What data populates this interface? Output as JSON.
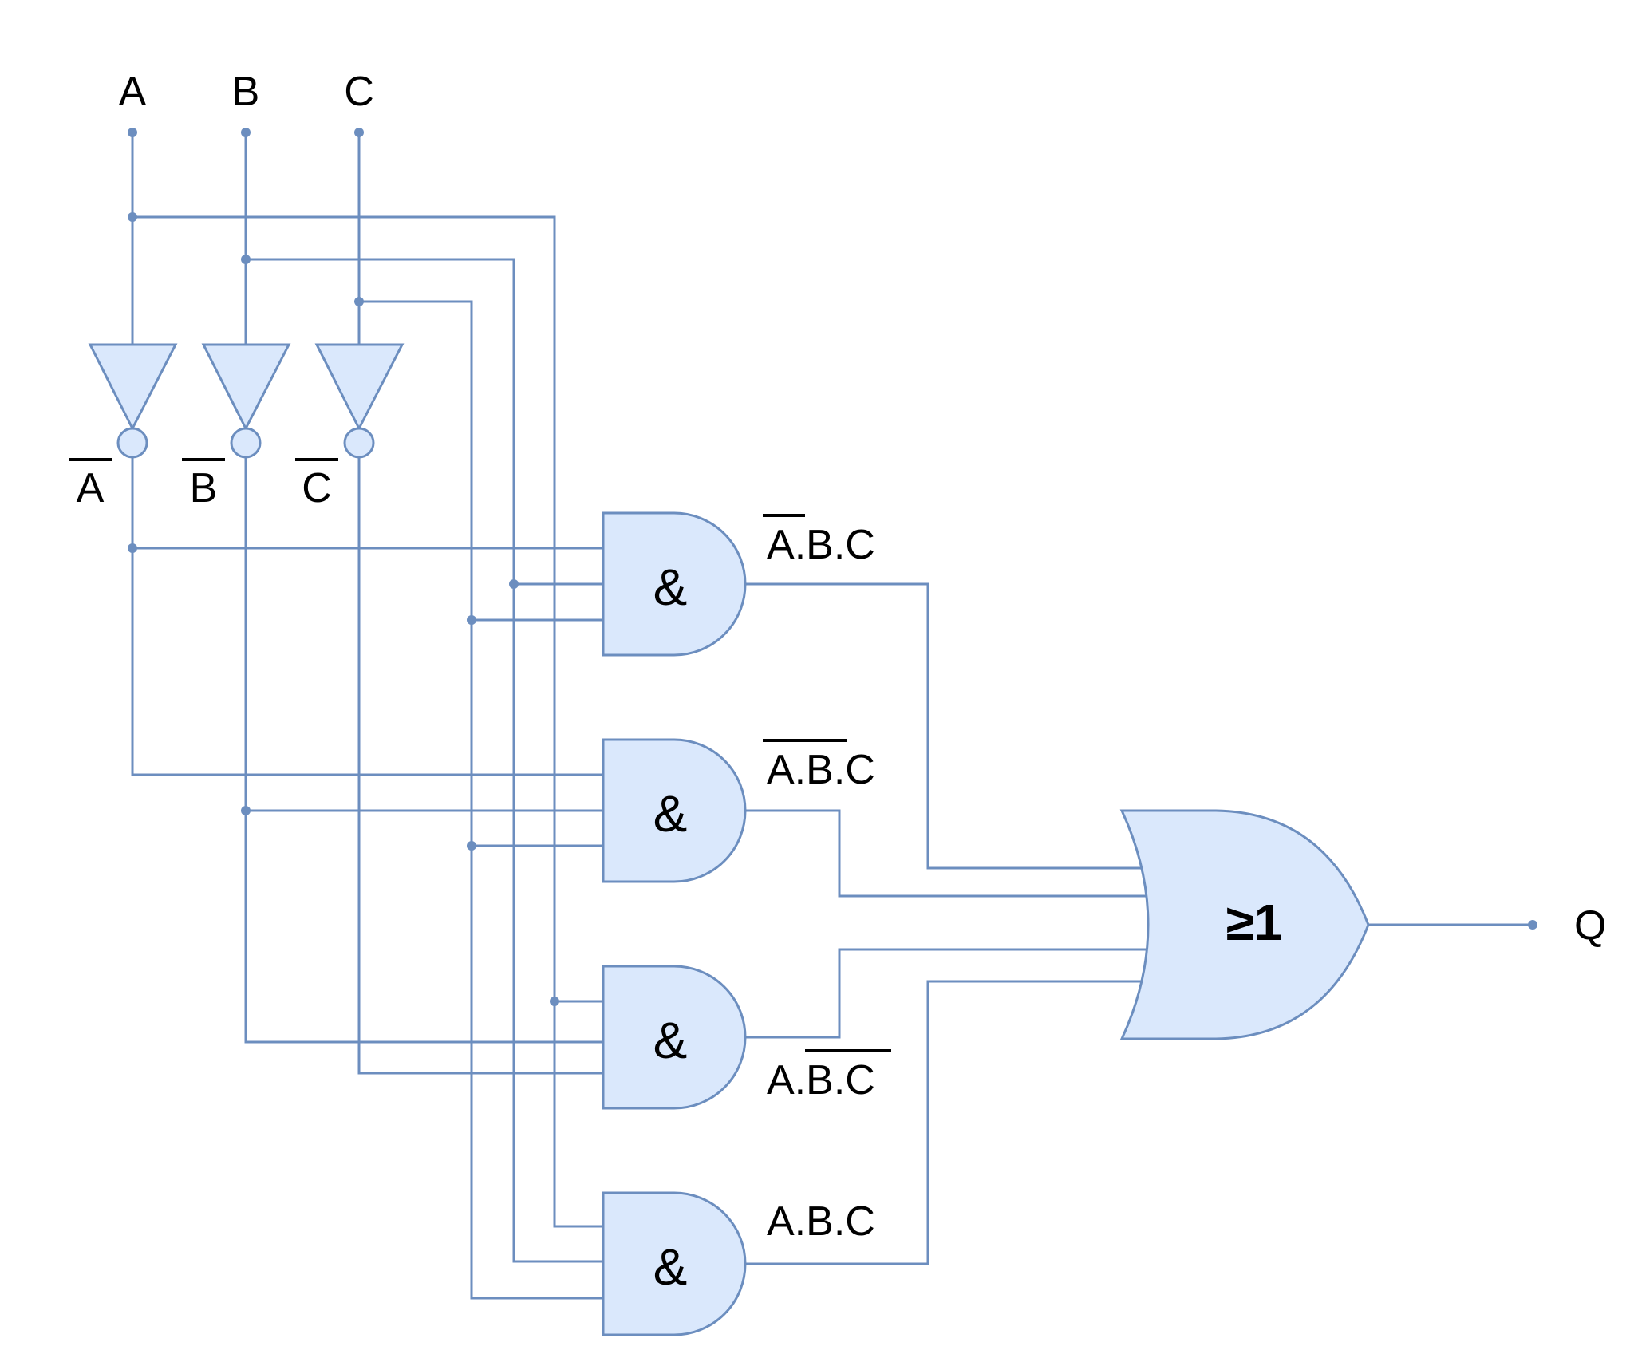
{
  "inputs": [
    "A",
    "B",
    "C"
  ],
  "output": "Q",
  "inverters": [
    {
      "output_label": "A",
      "overbar": true
    },
    {
      "output_label": "B",
      "overbar": true
    },
    {
      "output_label": "C",
      "overbar": true
    }
  ],
  "and_gates": [
    {
      "symbol": "&",
      "term_parts": [
        "A",
        ".B.C"
      ]
    },
    {
      "symbol": "&",
      "term_parts": [
        "A.B",
        ".C"
      ]
    },
    {
      "symbol": "&",
      "term_parts": [
        "A.",
        "B.C"
      ]
    },
    {
      "symbol": "&",
      "term_parts": [
        "A.B.C"
      ]
    }
  ],
  "or_gate": {
    "symbol": "≥1"
  },
  "colors": {
    "wire": "#6c8ebf",
    "gate_fill": "#dae8fc",
    "text": "#000000"
  }
}
